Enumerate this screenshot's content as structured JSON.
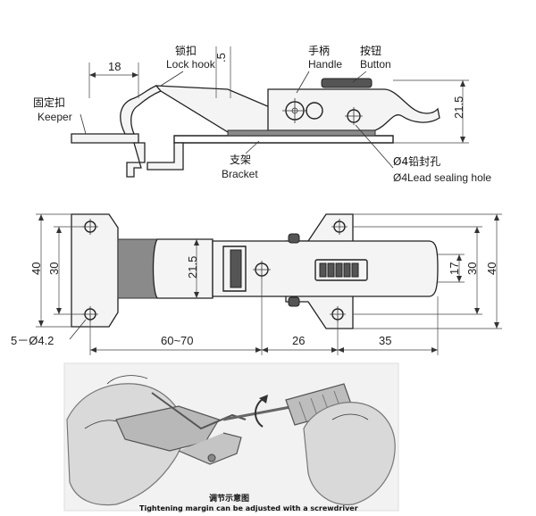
{
  "side_view": {
    "lock_hook": {
      "cn": "锁扣",
      "en": "Lock hook"
    },
    "handle": {
      "cn": "手柄",
      "en": "Handle"
    },
    "button": {
      "cn": "按钮",
      "en": "Button"
    },
    "keeper": {
      "cn": "固定扣",
      "en": "Keeper"
    },
    "bracket": {
      "cn": "支架",
      "en": "Bracket"
    },
    "sealing_hole": {
      "cn": "Ø4铅封孔",
      "en": "Ø4Lead sealing hole"
    },
    "dims": {
      "top_width": "18",
      "hook_gap": ".5",
      "height": "21.5"
    }
  },
  "top_view": {
    "dims": {
      "left_height_outer": "40",
      "left_height_inner": "30",
      "body_width": "21.5",
      "right_17": "17",
      "right_30": "30",
      "right_40": "40",
      "holes": "5－Ø4.2",
      "span_left": "60~70",
      "span_mid": "26",
      "span_right": "35"
    }
  },
  "photo": {
    "caption_cn": "调节示意图",
    "caption_en": "Tightening margin can be adjusted with a screwdriver"
  }
}
